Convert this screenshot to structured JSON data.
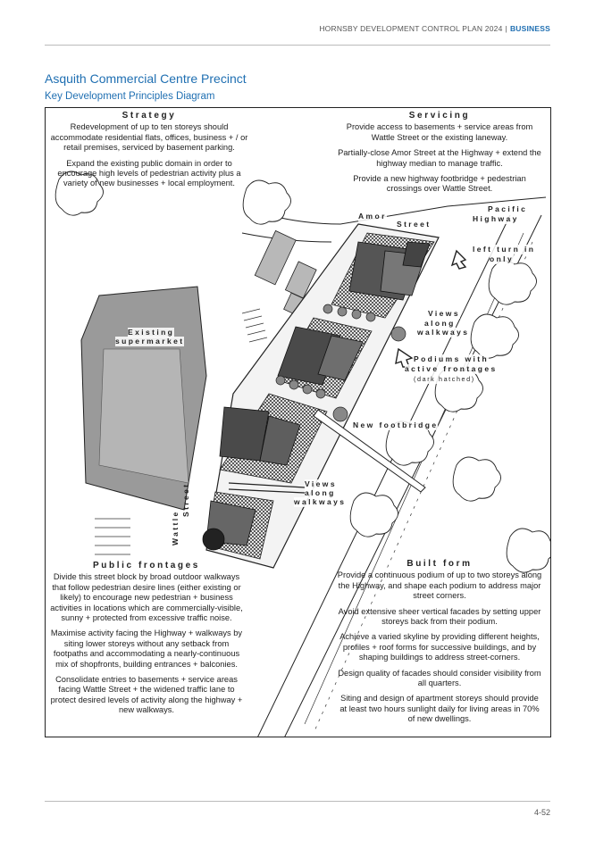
{
  "header": {
    "doc_title": "HORNSBY DEVELOPMENT CONTROL PLAN 2024",
    "separator": "|",
    "section": "BUSINESS"
  },
  "page": {
    "heading": "Asquith Commercial Centre Precinct",
    "subheading": "Key Development Principles Diagram",
    "number": "4-52"
  },
  "strategy": {
    "heading": "Strategy",
    "p1": "Redevelopment of up to ten storeys should accommodate residential flats, offices, business + / or retail premises, serviced by basement parking.",
    "p2": "Expand the existing public domain in order to encourage high levels of pedestrian activity plus a variety of new businesses + local employment."
  },
  "servicing": {
    "heading": "Servicing",
    "p1": "Provide access to basements + service areas from Wattle Street or the existing laneway.",
    "p2": "Partially-close Amor Street at the Highway + extend the highway median to manage traffic.",
    "p3": "Provide a new highway footbridge + pedestrian crossings over Wattle Street."
  },
  "public_frontages": {
    "heading": "Public frontages",
    "p1": "Divide this street block by broad outdoor walkways that follow pedestrian desire lines (either existing or likely) to encourage new pedestrian + business activities in locations which are commercially-visible, sunny + protected from excessive traffic noise.",
    "p2": "Maximise activity facing the Highway + walkways by siting lower storeys without any setback from footpaths and accommodating a nearly-continuous mix of shopfronts, building entrances + balconies.",
    "p3": "Consolidate entries to basements + service areas facing Wattle Street + the widened traffic lane to protect desired levels of activity along the highway + new walkways."
  },
  "built_form": {
    "heading": "Built form",
    "p1": "Provide a continuous podium of up to two storeys along the Highway, and shape each podium to address major street corners.",
    "p2": "Avoid extensive sheer vertical facades by setting upper storeys back from their podium.",
    "p3": "Achieve a varied skyline by providing different heights, profiles + roof forms for successive buildings, and by shaping buildings to address street-corners.",
    "p4": "Design quality of facades should consider visibility from all quarters.",
    "p5": "Siting and design of apartment storeys should provide at least two hours sunlight daily for living areas in 70% of new dwellings."
  },
  "map_labels": {
    "amor": "Amor",
    "street": "Street",
    "pacific": "Pacific",
    "highway": "Highway",
    "left_turn_1": "left turn in",
    "left_turn_2": "only",
    "supermarket_1": "Existing",
    "supermarket_2": "supermarket",
    "views_a1": "Views",
    "views_a2": "along",
    "views_a3": "walkways",
    "podiums_1": "Podiums with",
    "podiums_2": "active frontages",
    "podiums_3": "(dark hatched)",
    "footbridge": "New footbridge",
    "views_b1": "Views",
    "views_b2": "along",
    "views_b3": "walkways",
    "wattle": "Wattle",
    "wattle_street": "Street"
  }
}
